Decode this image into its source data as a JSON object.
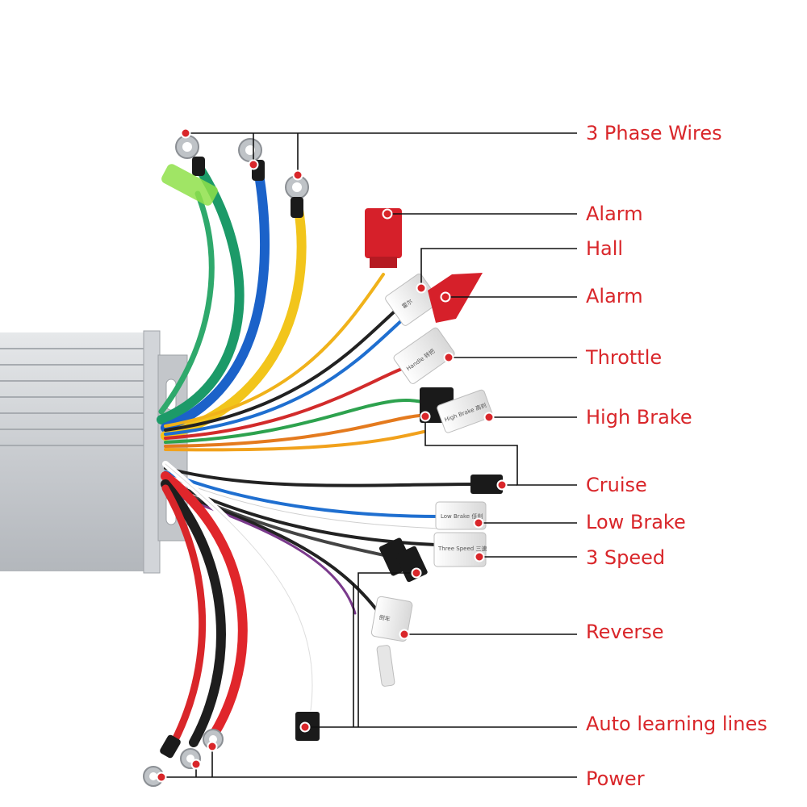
{
  "labels": {
    "phase": "3 Phase Wires",
    "alarm_top": "Alarm",
    "hall": "Hall",
    "alarm_second": "Alarm",
    "throttle": "Throttle",
    "high_brake": "High Brake",
    "cruise": "Cruise",
    "low_brake": "Low Brake",
    "three_speed": "3 Speed",
    "reverse": "Reverse",
    "auto_learning": "Auto learning lines",
    "power": "Power"
  },
  "connector_tags": {
    "hall": "霍尔",
    "handle": "Handle 转把",
    "high_brake": "High Brake 高刹",
    "low_brake": "Low Brake 低刹",
    "three_speed": "Three Speed 三速",
    "reverse": "倒车"
  },
  "colors": {
    "label_text": "#d9262a",
    "marker": "#d9262a",
    "leader_line": "#111111"
  }
}
